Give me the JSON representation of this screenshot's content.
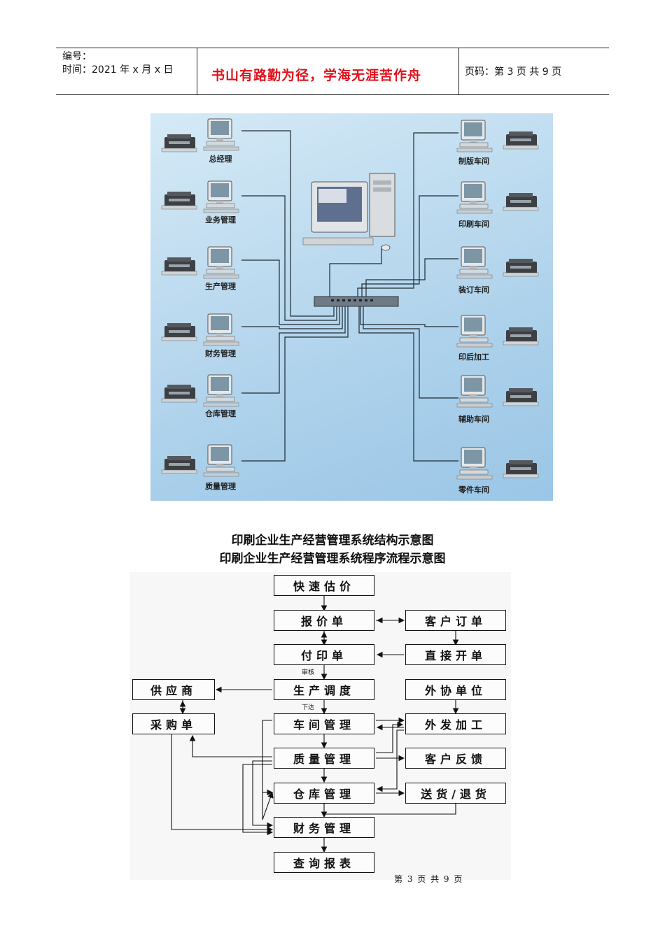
{
  "header": {
    "serial_label": "编号：",
    "time_label": "时间：2021 年 x 月 x 日",
    "motto": "书山有路勤为径，学海无涯苦作舟",
    "page_label": "页码：第 3 页  共 9 页"
  },
  "network": {
    "left_nodes": [
      "总经理",
      "业务管理",
      "生产管理",
      "财务管理",
      "仓库管理",
      "质量管理"
    ],
    "right_nodes": [
      "制版车间",
      "印刷车间",
      "装订车间",
      "印后加工",
      "辅助车间",
      "零件车间"
    ]
  },
  "captions": {
    "structure": "印刷企业生产经营管理系统结构示意图",
    "flow": "印刷企业生产经营管理系统程序流程示意图"
  },
  "flowchart": {
    "boxes": {
      "quick_estimate": "快速估价",
      "quotation": "报价单",
      "customer_order": "客户订单",
      "print_order": "付印单",
      "direct_order": "直接开单",
      "production_dispatch": "生产调度",
      "supplier": "供应商",
      "outsource_unit": "外协单位",
      "purchase_order": "采购单",
      "workshop_mgmt": "车间管理",
      "outsource_processing": "外发加工",
      "quality_mgmt": "质量管理",
      "customer_feedback": "客户反馈",
      "warehouse_mgmt": "仓库管理",
      "delivery_return": "送货/退货",
      "finance_mgmt": "财务管理",
      "query_report": "查询报表"
    },
    "notes": {
      "review": "审核",
      "issue": "下达"
    }
  },
  "footer": "第 3 页  共 9 页"
}
